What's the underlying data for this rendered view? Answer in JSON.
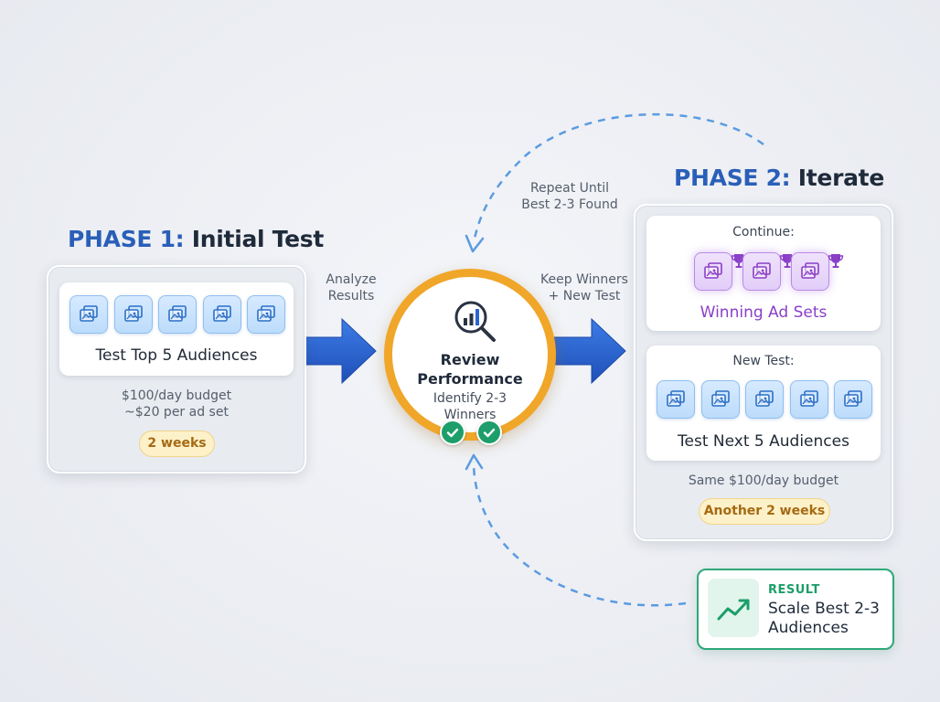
{
  "phase1": {
    "title_lead": "PHASE 1:",
    "title_rest": " Initial Test",
    "card_label": "Test Top 5 Audiences",
    "tile_icon": "image-icon",
    "tile_count": 5,
    "budget": "$100/day budget",
    "per_set": "~$20 per ad set",
    "duration": "2 weeks"
  },
  "arrow1_label": [
    "Analyze",
    "Results"
  ],
  "review": {
    "title": [
      "Review",
      "Performance"
    ],
    "subtitle": [
      "Identify 2-3",
      "Winners"
    ],
    "icon": "magnifier-chart-icon",
    "check_icon": "check-icon",
    "check_count": 2
  },
  "arrow2_label": [
    "Keep Winners",
    "+ New Test"
  ],
  "loop_label": [
    "Repeat Until",
    "Best 2-3 Found"
  ],
  "phase2": {
    "title_lead": "PHASE 2:",
    "title_rest": " Iterate",
    "continue_label": "Continue:",
    "winning_label": "Winning Ad Sets",
    "winning_count": 3,
    "trophy_icon": "trophy-icon",
    "new_test_label": "New Test:",
    "new_test_card_label": "Test Next 5 Audiences",
    "new_tile_count": 5,
    "budget": "Same $100/day budget",
    "duration": "Another 2 weeks"
  },
  "result": {
    "heading": "RESULT",
    "text": [
      "Scale Best 2-3",
      "Audiences"
    ],
    "icon": "trend-up-icon"
  },
  "colors": {
    "phase_blue": "#2a5fb8",
    "arrow_blue": "#2b64d3",
    "dashed_blue": "#5b9be0",
    "review_orange": "#f0a629",
    "win_purple": "#8a3fc7",
    "pill_amber": "#a56a12",
    "result_green": "#1d9e6a"
  }
}
